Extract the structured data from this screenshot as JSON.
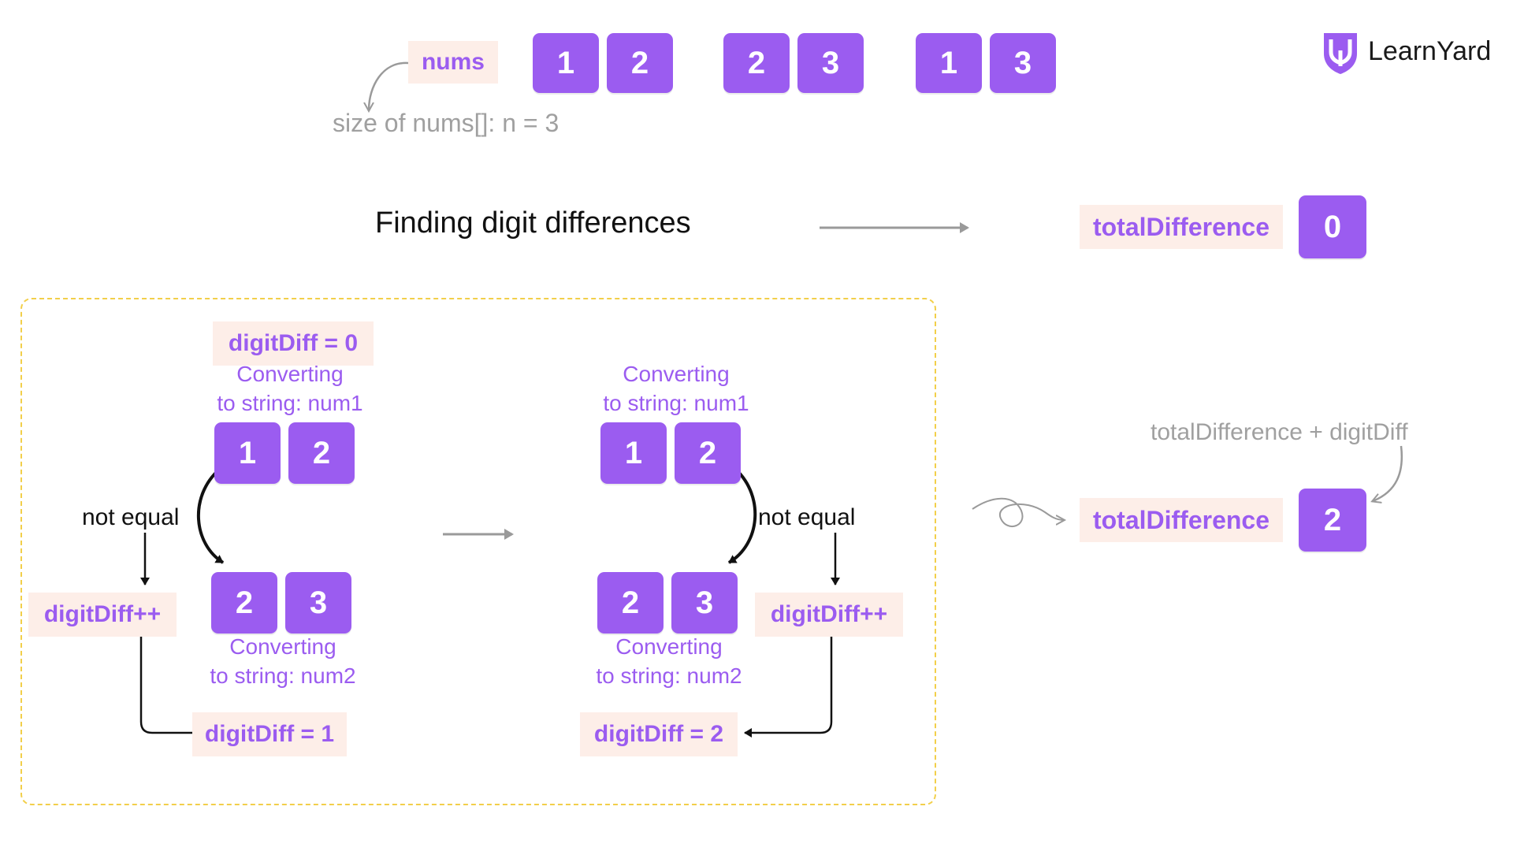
{
  "brand": {
    "name": "LearnYard",
    "accent": "#9b5cf0",
    "tag_bg": "#fdeee8"
  },
  "nums": {
    "label": "nums",
    "size_caption": "size of nums[]: n = 3",
    "pairs": [
      [
        "1",
        "2"
      ],
      [
        "2",
        "3"
      ],
      [
        "1",
        "3"
      ]
    ]
  },
  "step_title": "Finding digit differences",
  "total_top": {
    "label": "totalDifference",
    "value": "0"
  },
  "total_bottom": {
    "label": "totalDifference",
    "value": "2",
    "formula": "totalDifference + digitDiff"
  },
  "comparison": {
    "digit_diff_init": "digitDiff = 0",
    "left": {
      "num1_caption_line1": "Converting",
      "num1_caption_line2": "to string: num1",
      "num1_digits": [
        "1",
        "2"
      ],
      "num2_digits": [
        "2",
        "3"
      ],
      "num2_caption_line1": "Converting",
      "num2_caption_line2": "to string: num2",
      "not_equal": "not equal",
      "increment": "digitDiff++",
      "result": "digitDiff = 1"
    },
    "right": {
      "num1_caption_line1": "Converting",
      "num1_caption_line2": "to string: num1",
      "num1_digits": [
        "1",
        "2"
      ],
      "num2_digits": [
        "2",
        "3"
      ],
      "num2_caption_line1": "Converting",
      "num2_caption_line2": "to string: num2",
      "not_equal": "not equal",
      "increment": "digitDiff++",
      "result": "digitDiff = 2"
    }
  }
}
